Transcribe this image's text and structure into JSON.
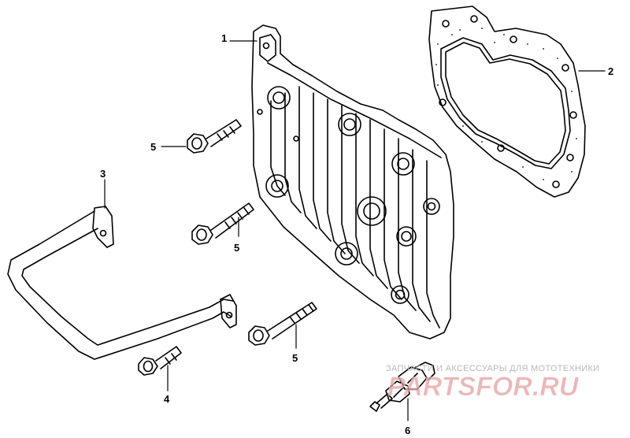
{
  "callouts": {
    "cylinder_head": "1",
    "head_gasket": "2",
    "bracket": "3",
    "bolt_left": "5",
    "bolt_middle": "5",
    "bolt_lower": "5",
    "small_bolt": "4",
    "spark_plug": "6"
  },
  "watermark": {
    "caption": "ЗАПЧАСТИ И АКСЕССУАРЫ ДЛЯ МОТОТЕХНИКИ",
    "brand": "PARTSFOR.RU",
    "brand_color": "#e8a0a0"
  },
  "colors": {
    "line": "#000000",
    "background": "#ffffff"
  }
}
